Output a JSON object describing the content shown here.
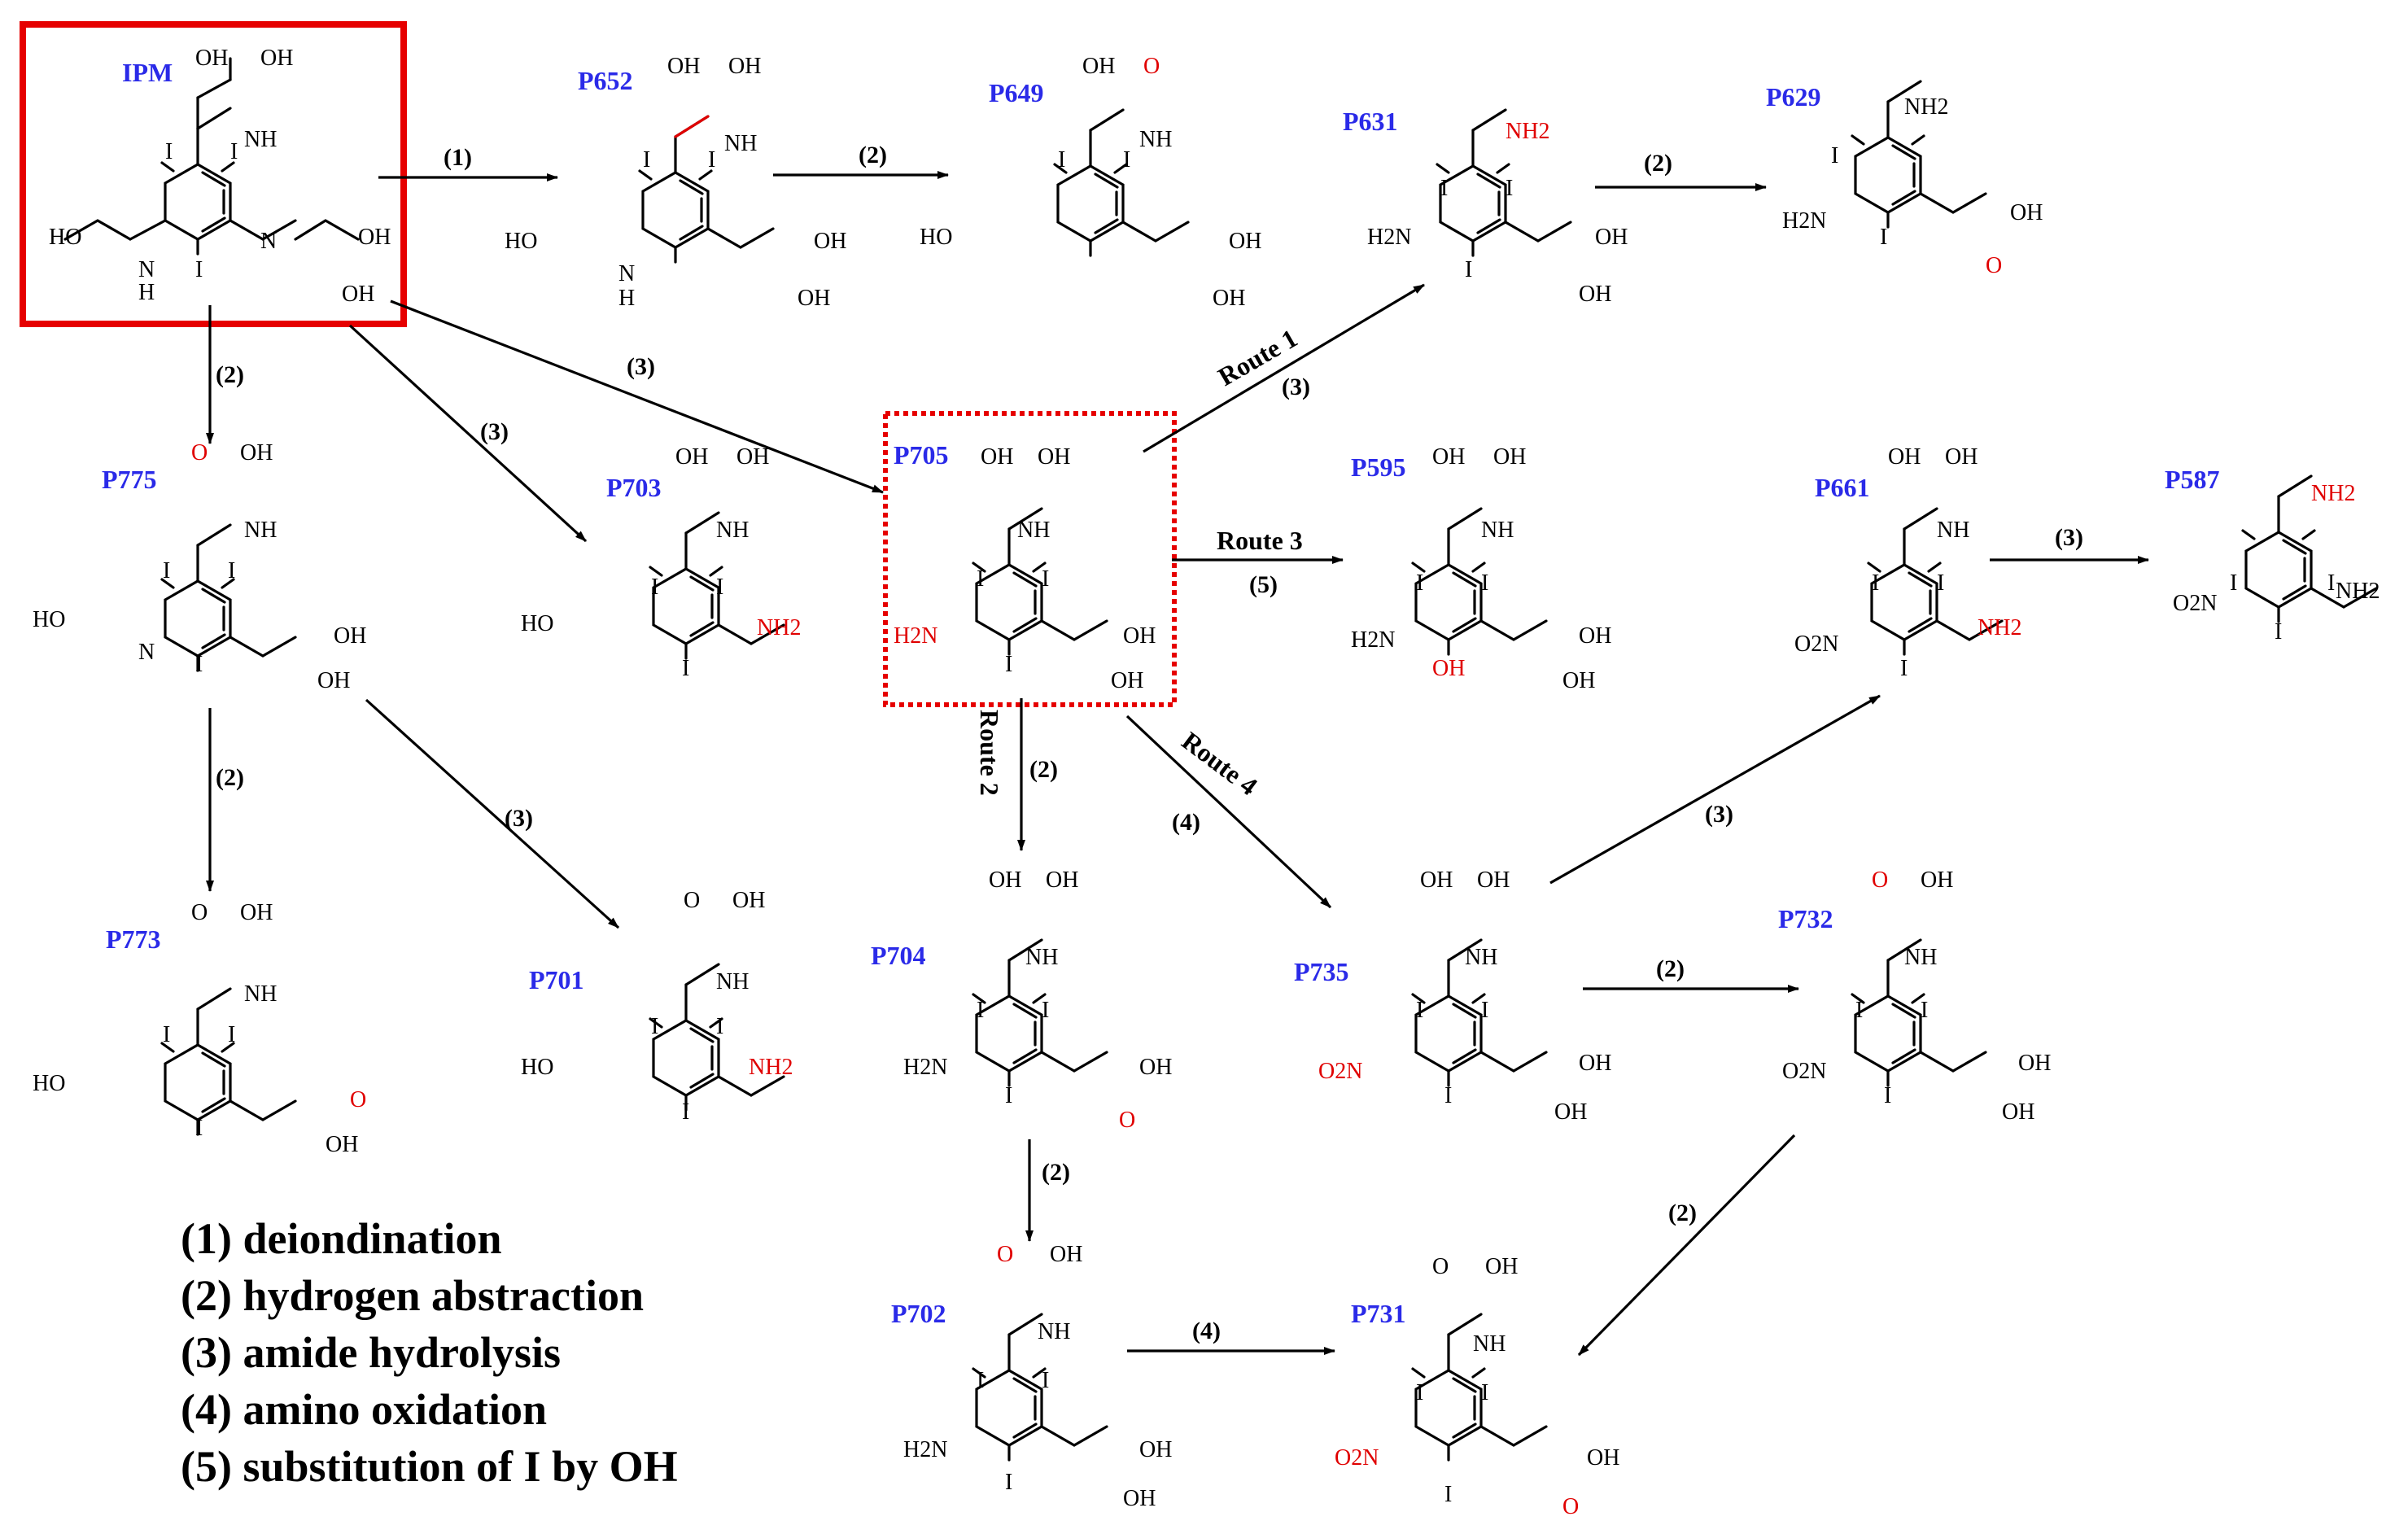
{
  "compounds": {
    "IPM": "IPM",
    "P652": "P652",
    "P649": "P649",
    "P631": "P631",
    "P629": "P629",
    "P775": "P775",
    "P703": "P703",
    "P705": "P705",
    "P595": "P595",
    "P661": "P661",
    "P587": "P587",
    "P773": "P773",
    "P701": "P701",
    "P704": "P704",
    "P735": "P735",
    "P732": "P732",
    "P702": "P702",
    "P731": "P731"
  },
  "steps": {
    "s1": "(1)",
    "s2": "(2)",
    "s3": "(3)",
    "s4": "(4)",
    "s5": "(5)"
  },
  "routes": {
    "r1": "Route 1",
    "r2": "Route 2",
    "r3": "Route 3",
    "r4": "Route 4"
  },
  "atoms": {
    "OH": "OH",
    "HO": "HO",
    "I": "I",
    "N": "N",
    "H": "H",
    "O": "O",
    "NH": "NH",
    "NH2": "NH2",
    "H2N": "H2N",
    "O2N": "O2N"
  },
  "legend": [
    "(1) deiondination",
    "(2) hydrogen abstraction",
    "(3) amide hydrolysis",
    "(4) amino oxidation",
    "(5) substitution of I by OH"
  ],
  "colors": {
    "label": "#2a2ae8",
    "highlight": "#e00000",
    "box": "#e60000"
  }
}
